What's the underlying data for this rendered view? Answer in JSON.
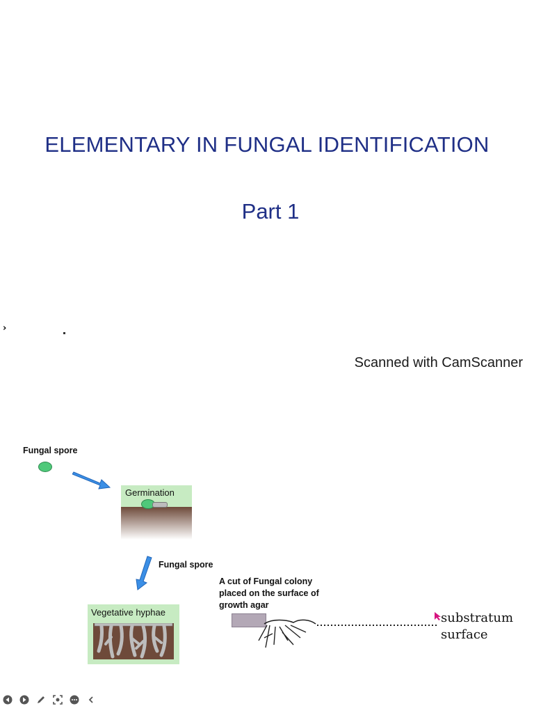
{
  "slide": {
    "title": "ELEMENTARY IN FUNGAL IDENTIFICATION",
    "subtitle": "Part 1",
    "watermark": "Scanned with CamScanner"
  },
  "diagram": {
    "spore_label_1": "Fungal spore",
    "germination_label": "Germination",
    "spore_label_2": "Fungal spore",
    "vegetative_label": "Vegetative hyphae",
    "colony_cut_label_line1": "A cut of Fungal colony",
    "colony_cut_label_line2": "placed on the surface of",
    "colony_cut_label_line3": "growth agar",
    "substratum_line1": "substratum",
    "substratum_line2": "surface"
  },
  "colors": {
    "title": "#1f2f86",
    "spore": "#4fc97a",
    "arrow": "#3b8fe6",
    "green_box": "#c7ebc2",
    "soil": "#6e4a3a",
    "cursor": "#d6137f"
  },
  "toolbar": {
    "icons": [
      "prev-icon",
      "next-icon",
      "pen-icon",
      "fit-screen-icon",
      "more-icon",
      "collapse-icon"
    ]
  }
}
